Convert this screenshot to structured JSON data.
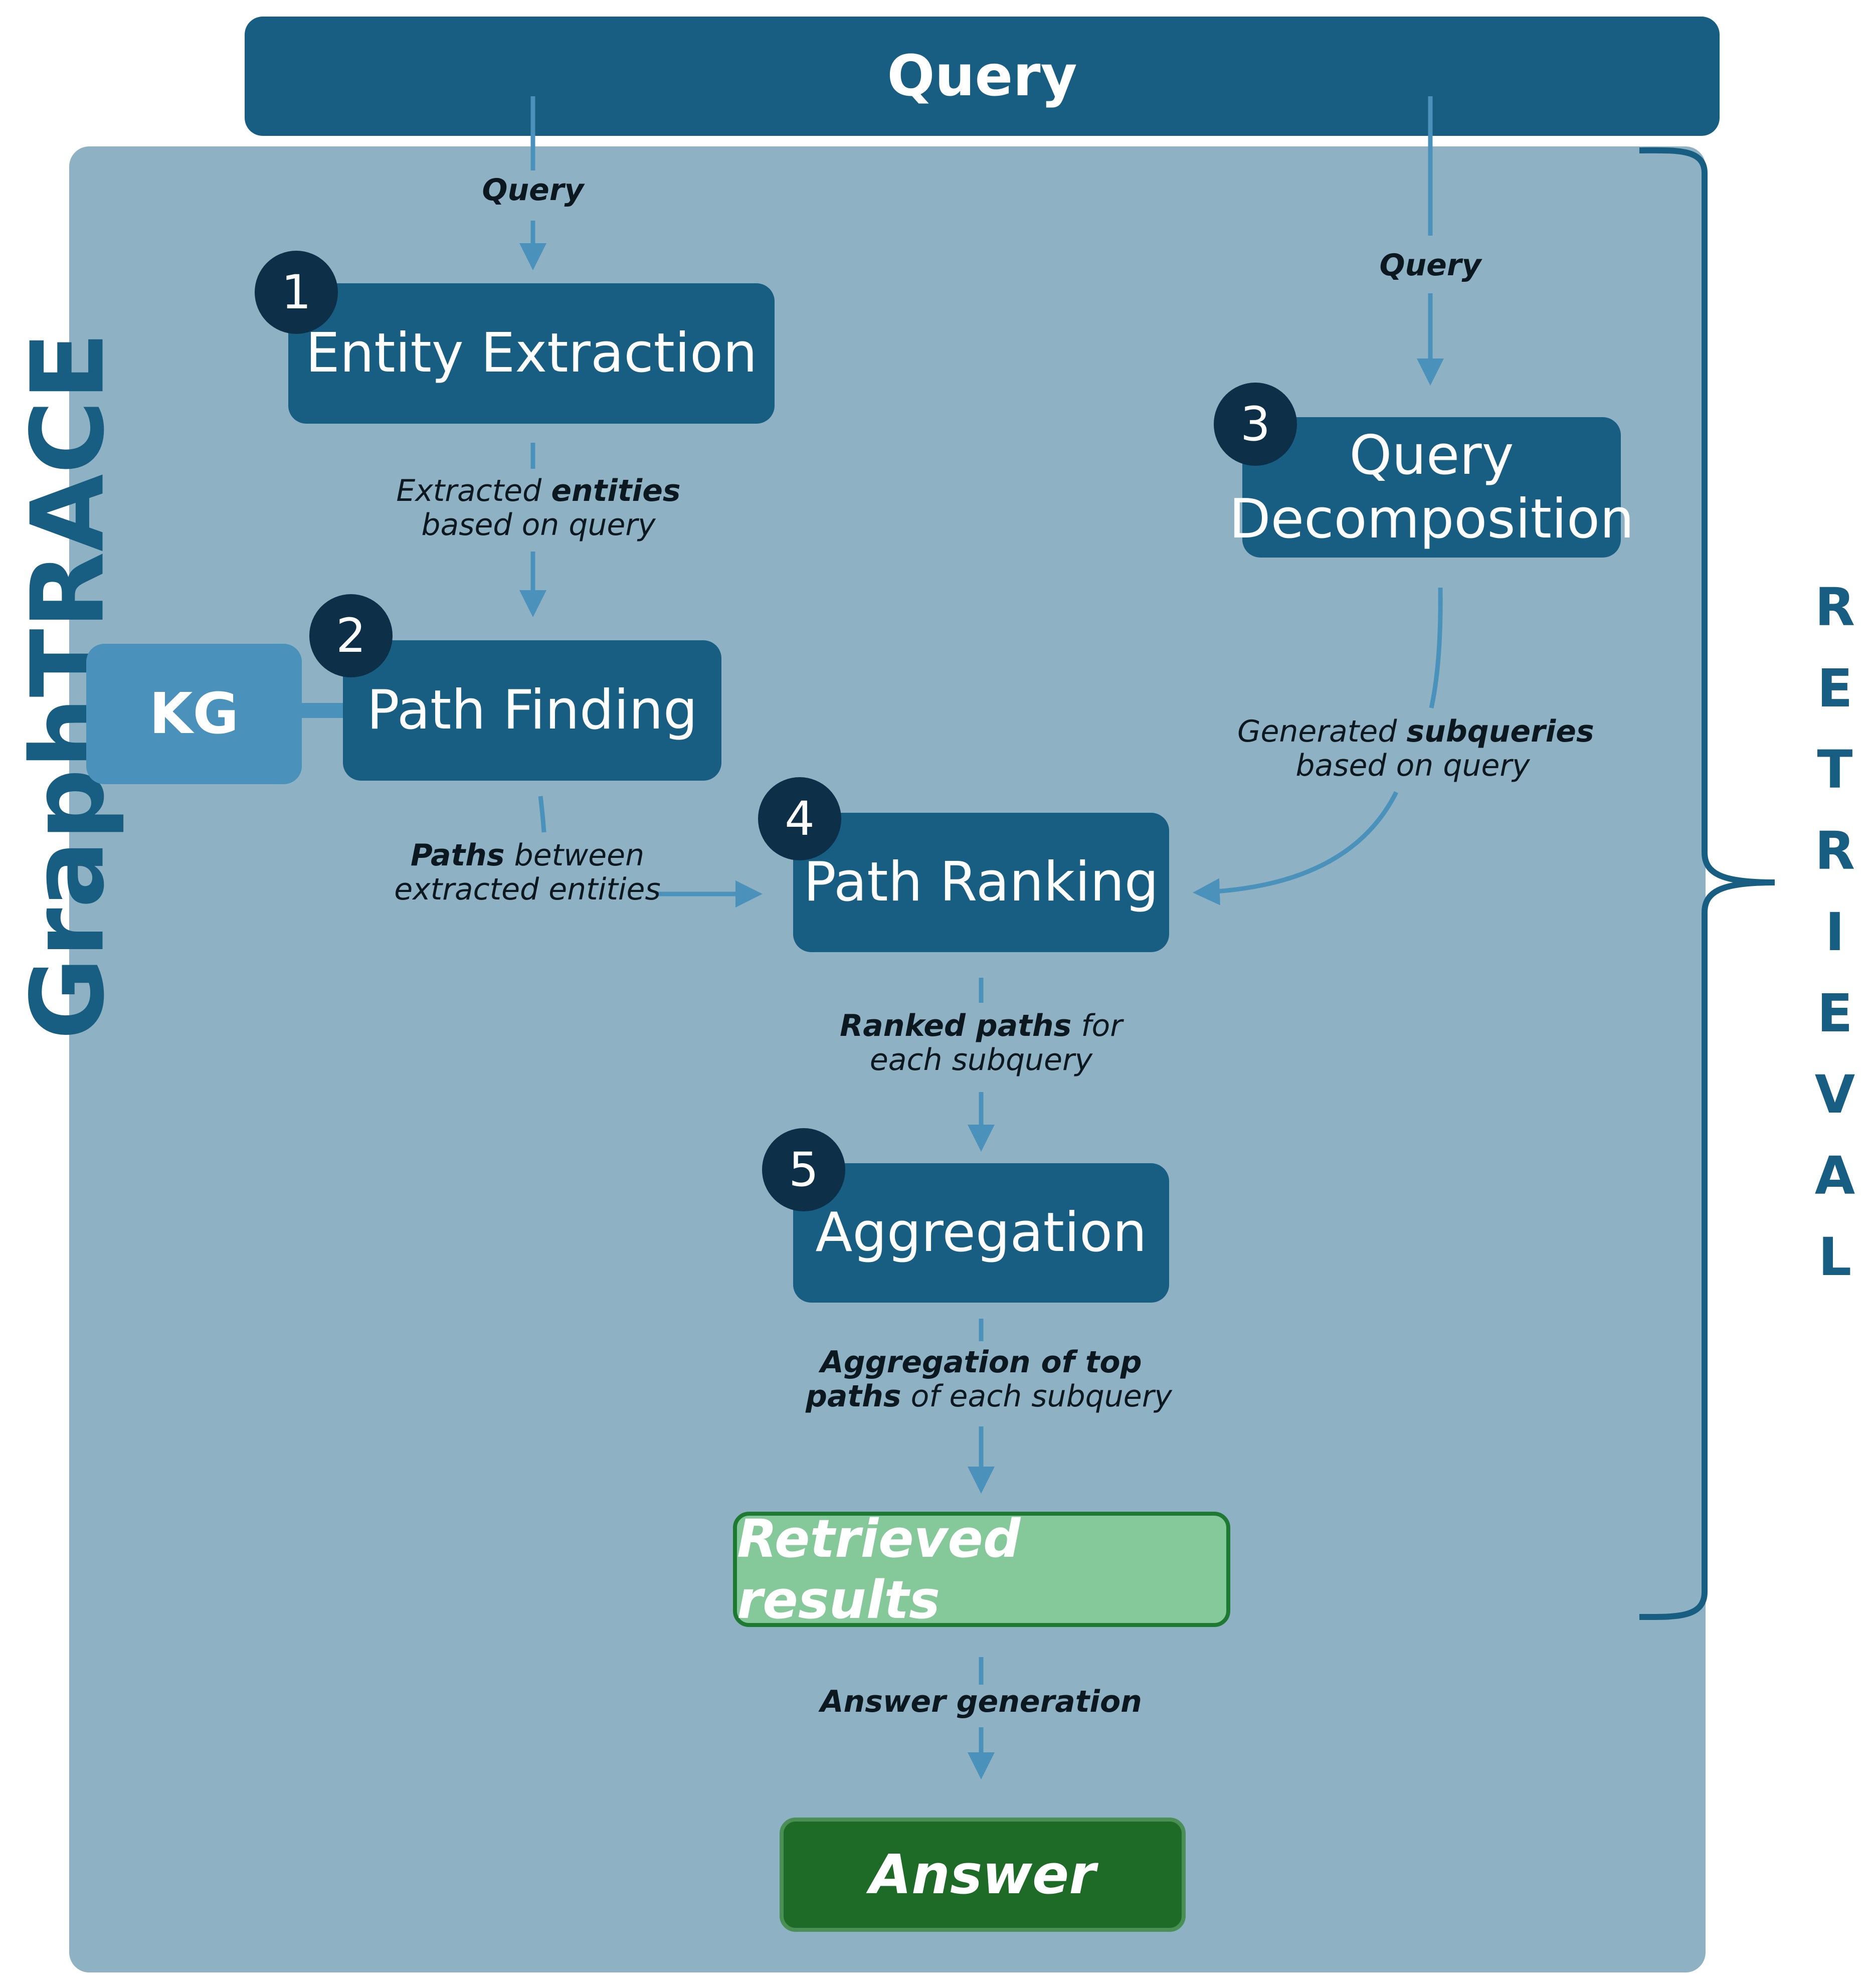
{
  "title": {
    "top_query": "Query",
    "side_title": "GraphTRACE",
    "bracket_label": "RETRIEVAL"
  },
  "nodes": {
    "entity_extraction": {
      "number": "1",
      "label": "Entity Extraction"
    },
    "path_finding": {
      "number": "2",
      "label": "Path Finding"
    },
    "query_decomposition": {
      "number": "3",
      "label_line1": "Query",
      "label_line2": "Decomposition"
    },
    "path_ranking": {
      "number": "4",
      "label": "Path Ranking"
    },
    "aggregation": {
      "number": "5",
      "label": "Aggregation"
    },
    "kg": {
      "label": "KG"
    },
    "retrieved_results": {
      "label": "Retrieved results"
    },
    "answer": {
      "label": "Answer"
    }
  },
  "edges": {
    "query_to_extraction": "Query",
    "query_to_decomposition": "Query",
    "extraction_to_finding": {
      "l1_a": "Extracted ",
      "l1_b": "entities",
      "l2": "based on query"
    },
    "finding_to_ranking": {
      "l1_a": "Paths",
      "l1_b": " between",
      "l2": "extracted entities"
    },
    "decomposition_to_ranking": {
      "l1_a": "Generated ",
      "l1_b": "subqueries",
      "l2": "based on query"
    },
    "ranking_to_aggregation": {
      "l1_a": "Ranked paths",
      "l1_b": " for",
      "l2": "each subquery"
    },
    "aggregation_to_results": {
      "l1": "Aggregation of top",
      "l2_a": "paths",
      "l2_b": " of each subquery"
    },
    "results_to_answer": "Answer generation"
  },
  "colors": {
    "panel": "#8eb1c4",
    "node": "#175e82",
    "kg": "#4a92bb",
    "badge": "#0d2f48",
    "arrow": "#4a92bb",
    "retrieved_fill": "#85c89a",
    "answer_fill": "#1e6b27"
  }
}
